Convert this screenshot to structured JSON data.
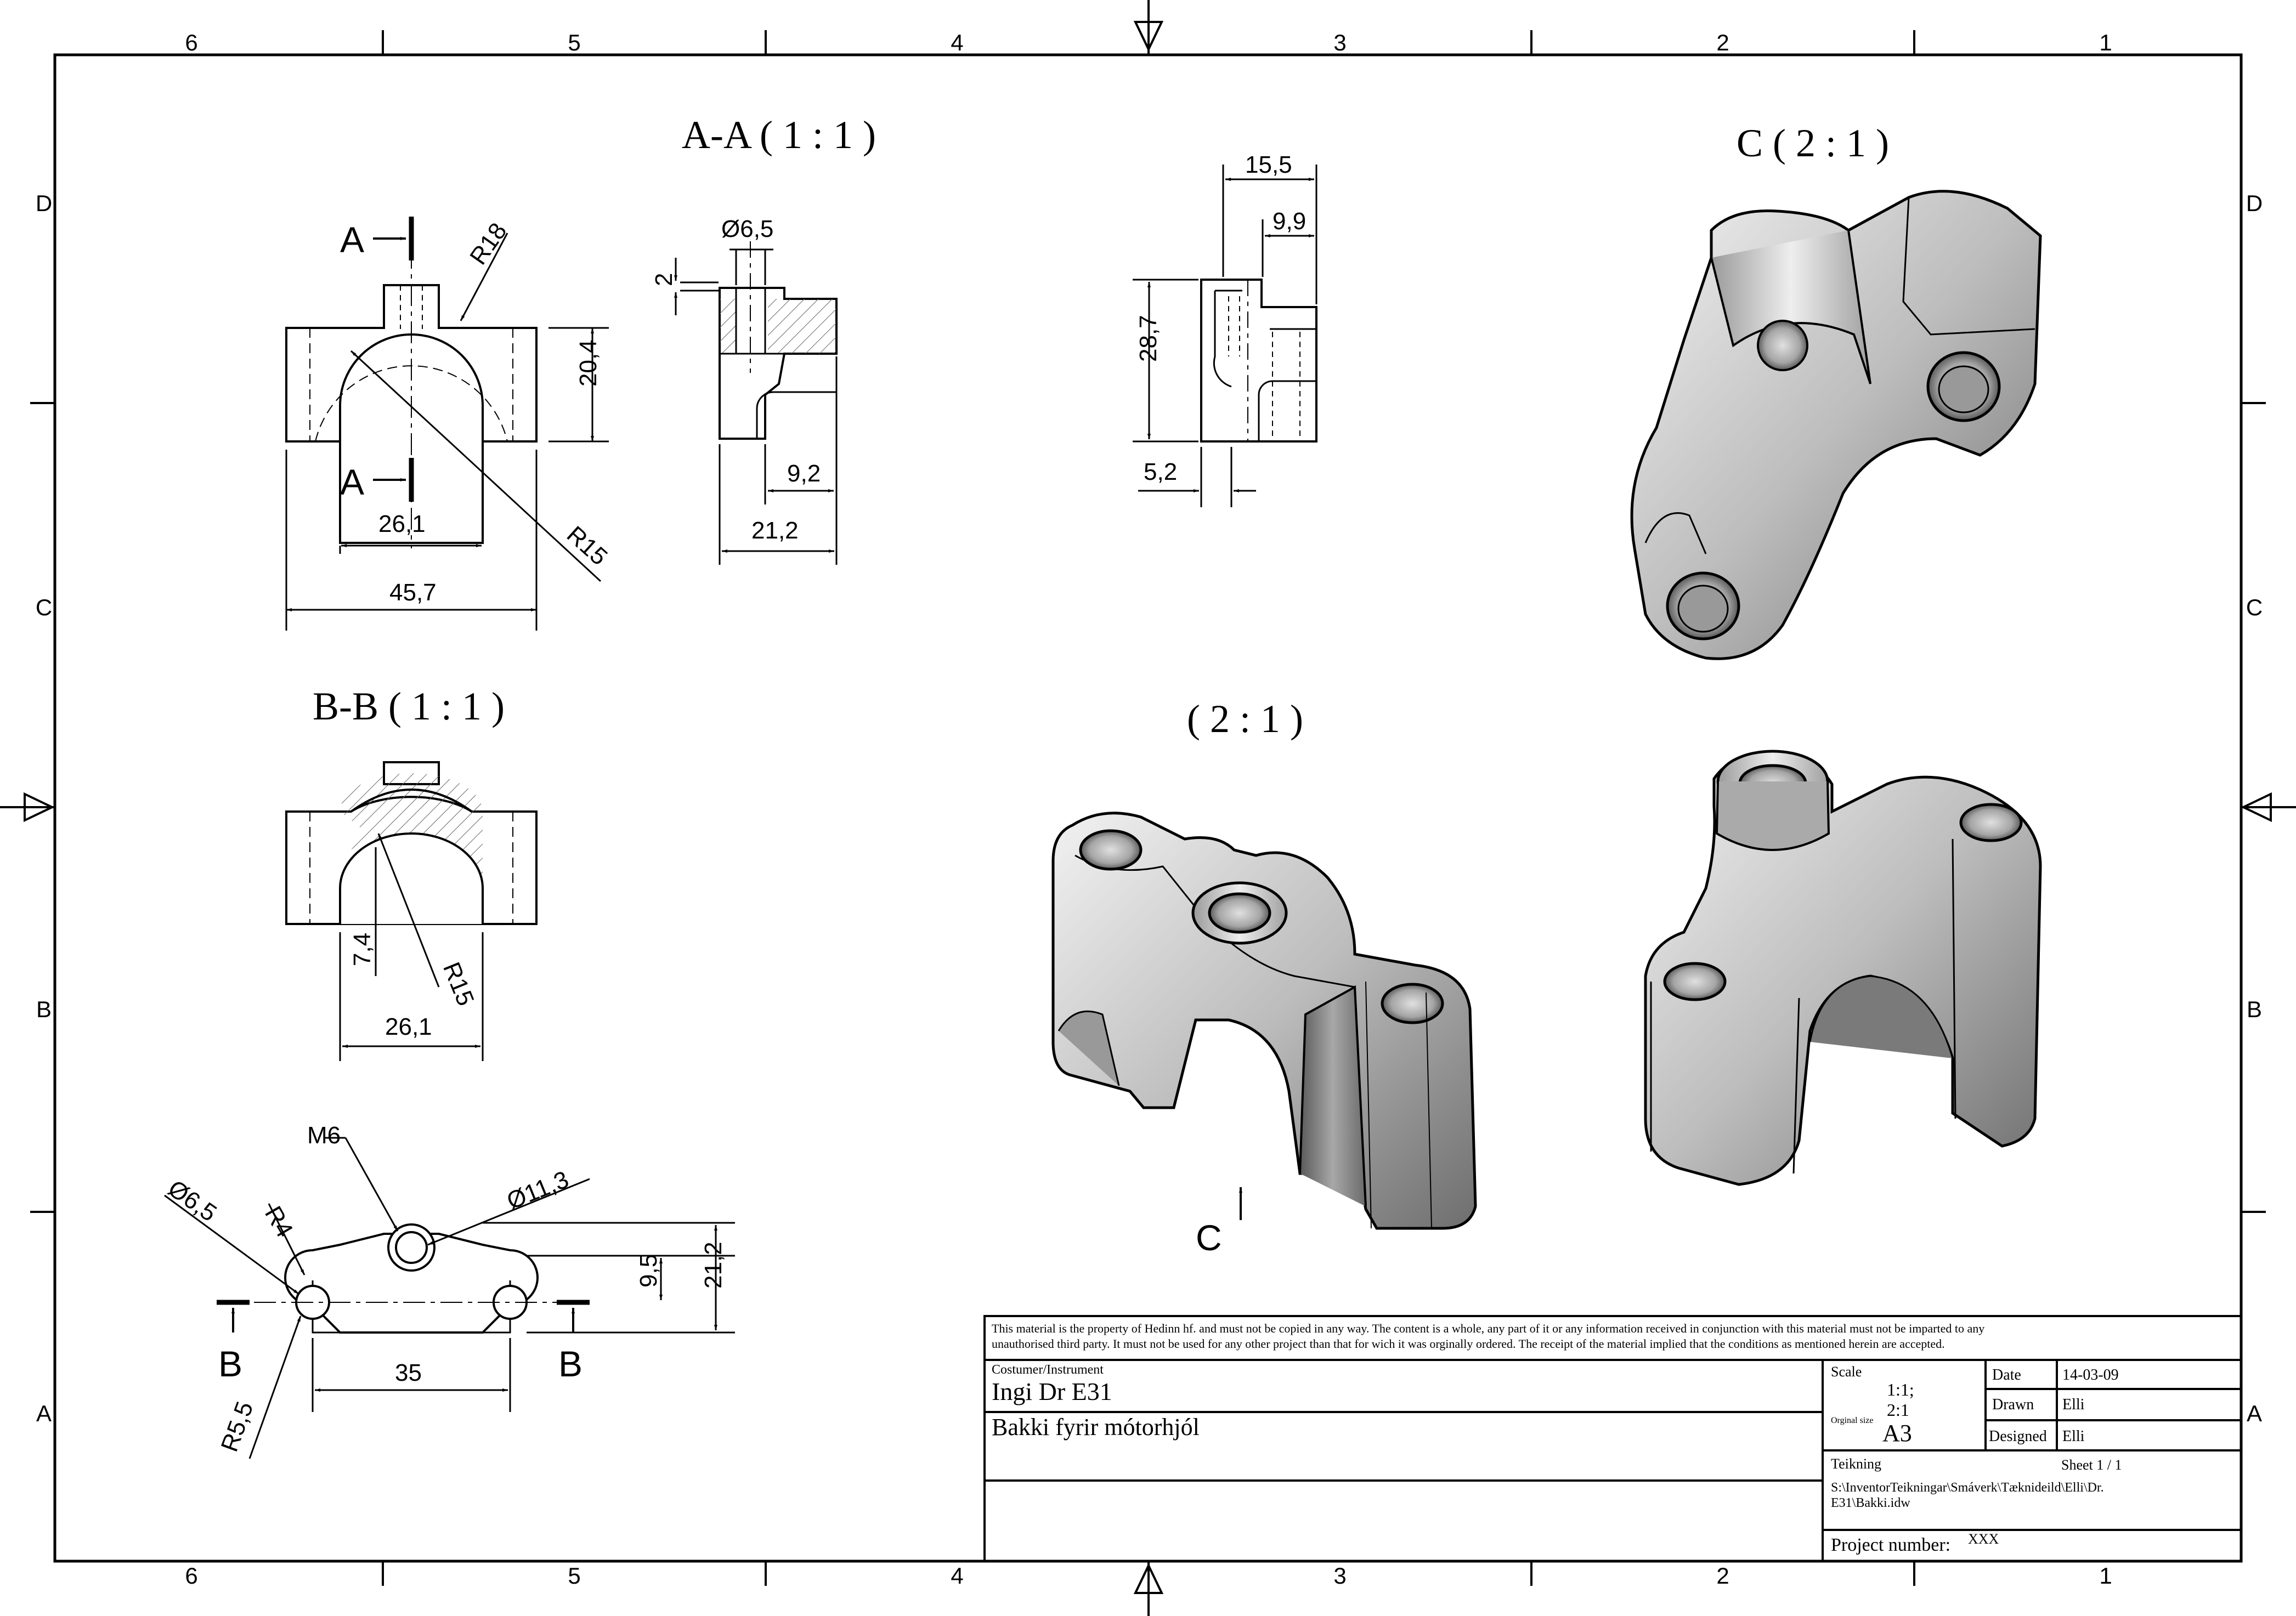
{
  "zones": {
    "columns": [
      "6",
      "5",
      "4",
      "3",
      "2",
      "1"
    ],
    "rows": [
      "D",
      "C",
      "B",
      "A"
    ]
  },
  "views": {
    "section_aa_title": "A-A ( 1 : 1 )",
    "section_bb_title": "B-B ( 1 : 1 )",
    "detail_c_title": "C ( 2 : 1 )",
    "iso_title": "( 2 : 1 )",
    "view_c_label": "C"
  },
  "section_labels": {
    "a_top": "A",
    "a_bottom": "A",
    "b_left": "B",
    "b_right": "B"
  },
  "dimensions": {
    "aa_r18": "R18",
    "aa_20_4": "20,4",
    "aa_26_1": "26,1",
    "aa_45_7": "45,7",
    "aa_r15": "R15",
    "side_dia_6_5": "Ø6,5",
    "side_2": "2",
    "side_9_2": "9,2",
    "side_21_2": "21,2",
    "mid_15_5": "15,5",
    "mid_9_9": "9,9",
    "mid_28_7": "28,7",
    "mid_5_2": "5,2",
    "bb_7_4": "7,4",
    "bb_r15": "R15",
    "bb_26_1": "26,1",
    "top_m6": "M6",
    "top_dia_6_5": "Ø6,5",
    "top_r4": "R4",
    "top_dia_11_3": "Ø11,3",
    "top_9_5": "9,5",
    "top_21_2": "21,2",
    "top_35": "35",
    "top_r5_5": "R5,5"
  },
  "title_block": {
    "notice_line1": "This material is the property of Hedinn hf. and must not be copied in any way. The content is a whole, any part of it or any information received in conjunction with this material must not be imparted to any",
    "notice_line2": "unauthorised third party. It must not be used for any other project than that for wich it was orginally ordered. The receipt of the material implied that the conditions as mentioned herein are accepted.",
    "customer_label": "Costumer/Instrument",
    "customer_value": "Ingi Dr E31",
    "part_name": "Bakki fyrir mótorhjól",
    "scale_label": "Scale",
    "scale_value_1": "1:1;",
    "scale_value_2": "2:1",
    "original_size_label": "Orginal size",
    "original_size_value": "A3",
    "date_label": "Date",
    "date_value": "14-03-09",
    "drawn_label": "Drawn",
    "drawn_value": "Elli",
    "designed_label": "Designed",
    "designed_value": "Elli",
    "drawing_label": "Teikning",
    "sheet_value": "Sheet 1 / 1",
    "path_line1": "S:\\InventorTeikningar\\Smáverk\\Tæknideild\\Elli\\Dr.",
    "path_line2": "E31\\Bakki.idw",
    "project_label": "Project number:",
    "project_value": "XXX"
  }
}
